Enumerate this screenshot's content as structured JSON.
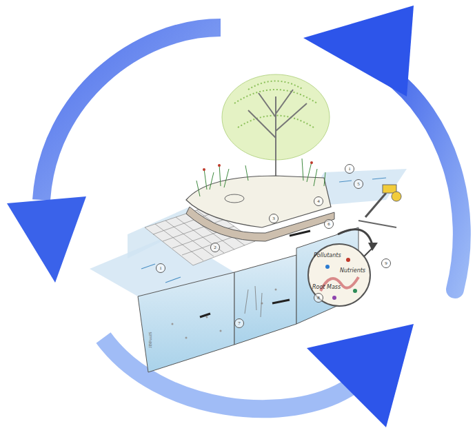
{
  "diagram": {
    "nodes": [
      {
        "text": [
          "Pollutants",
          "Nutrients",
          "Root Mass"
        ]
      }
    ],
    "labels": [
      "1",
      "2",
      "3",
      "4",
      "1",
      "5",
      "6",
      "7",
      "8",
      "9",
      "JBPaulS"
    ]
  }
}
